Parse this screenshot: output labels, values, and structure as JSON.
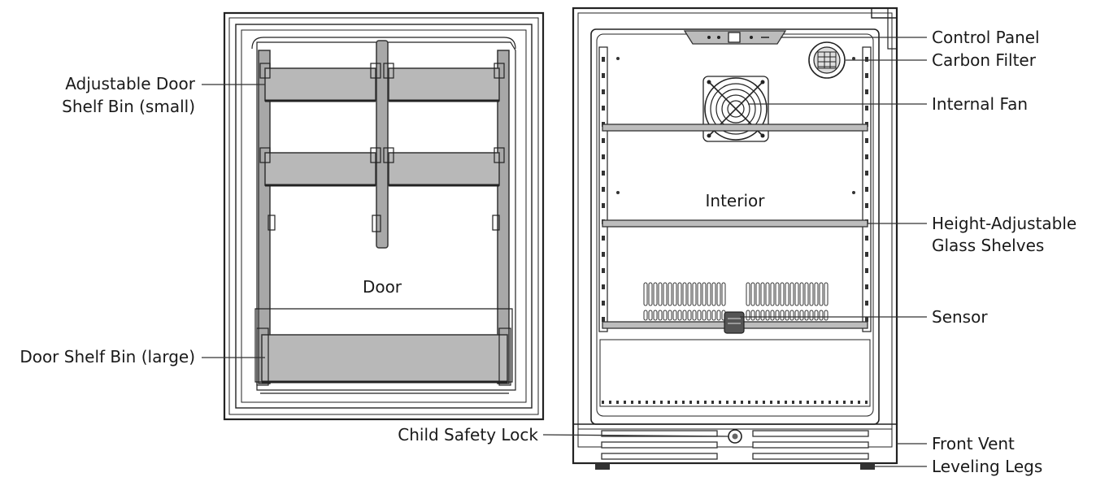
{
  "labels": {
    "adjustable_door_shelf_bin_line1": "Adjustable Door",
    "adjustable_door_shelf_bin_line2": "Shelf Bin (small)",
    "door_shelf_bin_large": "Door Shelf Bin (large)",
    "door": "Door",
    "interior": "Interior",
    "control_panel": "Control Panel",
    "carbon_filter": "Carbon Filter",
    "internal_fan": "Internal Fan",
    "height_adjustable_line1": "Height-Adjustable",
    "height_adjustable_line2": "Glass Shelves",
    "sensor": "Sensor",
    "child_safety_lock": "Child Safety Lock",
    "front_vent": "Front Vent",
    "leveling_legs": "Leveling Legs"
  },
  "colors": {
    "outline": "#222222",
    "bin_fill": "#b8b8b8",
    "shelf_fill": "#bdbdbd",
    "background": "#ffffff"
  }
}
